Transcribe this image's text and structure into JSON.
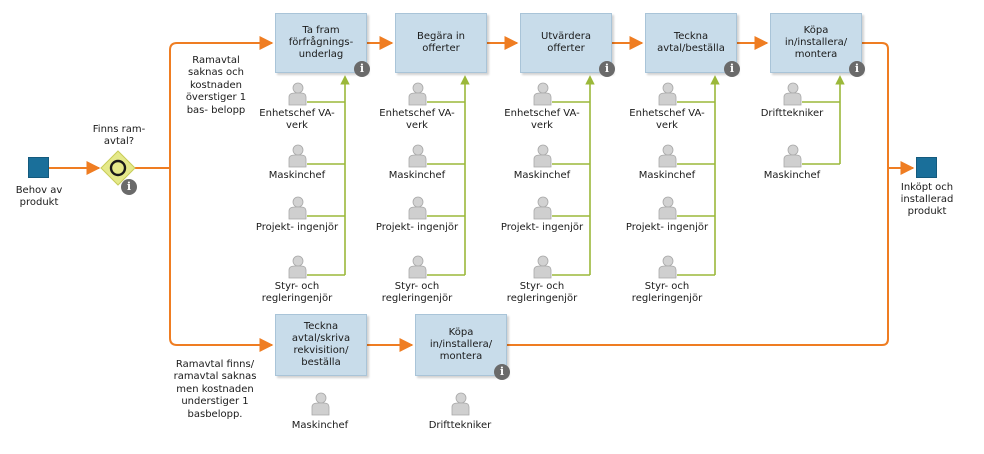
{
  "start_event": {
    "label": "Behov av produkt"
  },
  "end_event": {
    "label": "Inköpt och installerad produkt"
  },
  "gateway": {
    "label": "Finns ram-avtal?"
  },
  "conditions": {
    "upper": "Ramavtal saknas och kostnaden överstiger 1 bas- belopp",
    "lower": "Ramavtal finns/ ramavtal saknas men kostnaden understiger 1 basbelopp."
  },
  "upper_tasks": [
    {
      "lines": [
        "Ta fram",
        "förfrågnings-",
        "underlag"
      ],
      "info": true,
      "roles": [
        "Enhetschef VA-verk",
        "Maskinchef",
        "Projekt- ingenjör",
        "Styr- och regleringenjör"
      ]
    },
    {
      "lines": [
        "Begära in",
        "offerter"
      ],
      "info": false,
      "roles": [
        "Enhetschef VA-verk",
        "Maskinchef",
        "Projekt- ingenjör",
        "Styr- och regleringenjör"
      ]
    },
    {
      "lines": [
        "Utvärdera",
        "offerter"
      ],
      "info": true,
      "roles": [
        "Enhetschef VA-verk",
        "Maskinchef",
        "Projekt- ingenjör",
        "Styr- och regleringenjör"
      ]
    },
    {
      "lines": [
        "Teckna",
        "avtal/beställa"
      ],
      "info": true,
      "roles": [
        "Enhetschef VA-verk",
        "Maskinchef",
        "Projekt- ingenjör",
        "Styr- och regleringenjör"
      ]
    },
    {
      "lines": [
        "Köpa",
        "in/installera/",
        "montera"
      ],
      "info": true,
      "roles": [
        "Drifttekniker",
        "Maskinchef"
      ]
    }
  ],
  "lower_tasks": [
    {
      "lines": [
        "Teckna",
        "avtal/skriva",
        "rekvisition/",
        "beställa"
      ],
      "info": false,
      "roles": [
        "Maskinchef"
      ]
    },
    {
      "lines": [
        "Köpa",
        "in/installera/",
        "montera"
      ],
      "info": true,
      "roles": [
        "Drifttekniker"
      ]
    }
  ],
  "info_glyph": "i",
  "colors": {
    "flow": "#ef7d22",
    "association": "#9bb83a",
    "task_fill": "#c8dcea",
    "event": "#1a6f9a",
    "gateway": "#e5e98a"
  }
}
